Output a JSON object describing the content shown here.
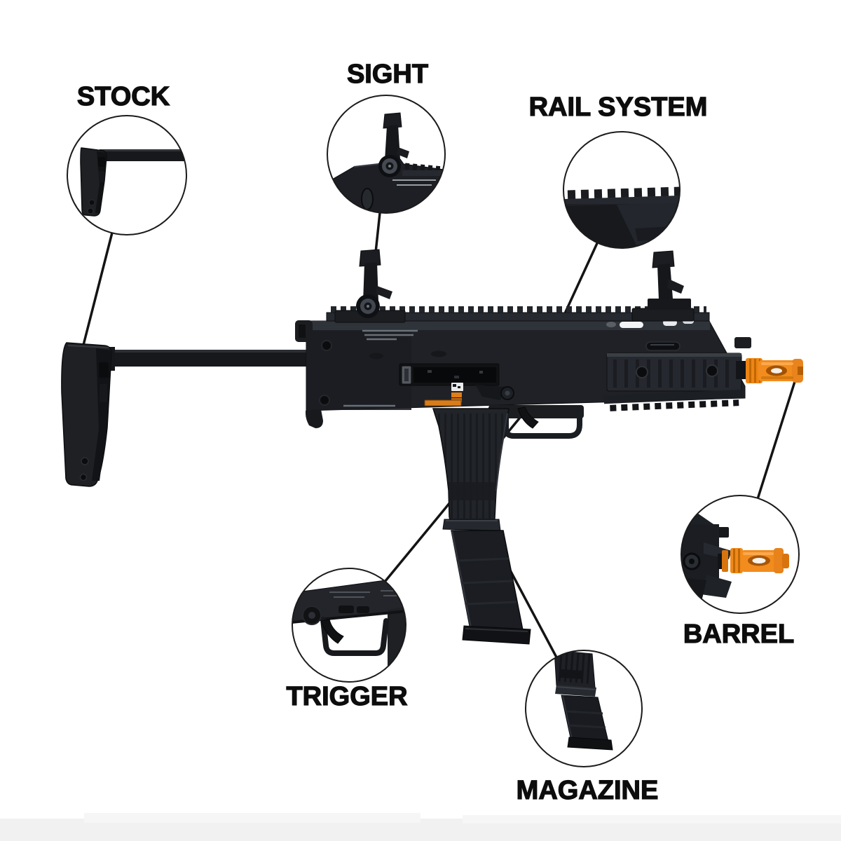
{
  "diagram": {
    "type": "labeled-parts-diagram",
    "subject": "compact submachine gun (airsoft) parts callout diagram",
    "background_color": "#ffffff",
    "label_color": "#0d0d0d",
    "pointer_line_color": "#141414",
    "gun_body_color": "#1f2126",
    "muzzle_accent_color": "#f28c1e",
    "callout_circle_border": "#1b1b1b",
    "parts": [
      {
        "id": "stock",
        "label": "STOCK",
        "callout": "magnified retractable stock butt plate"
      },
      {
        "id": "sight",
        "label": "SIGHT",
        "callout": "magnified flip-up rear sight drum"
      },
      {
        "id": "rail-system",
        "label": "RAIL SYSTEM",
        "callout": "magnified picatinny top rail teeth"
      },
      {
        "id": "trigger",
        "label": "TRIGGER",
        "callout": "magnified trigger and trigger guard"
      },
      {
        "id": "magazine",
        "label": "MAGAZINE",
        "callout": "magnified magazine below pistol grip"
      },
      {
        "id": "barrel",
        "label": "BARREL",
        "callout": "magnified orange barrel tip / flash hider"
      }
    ]
  }
}
